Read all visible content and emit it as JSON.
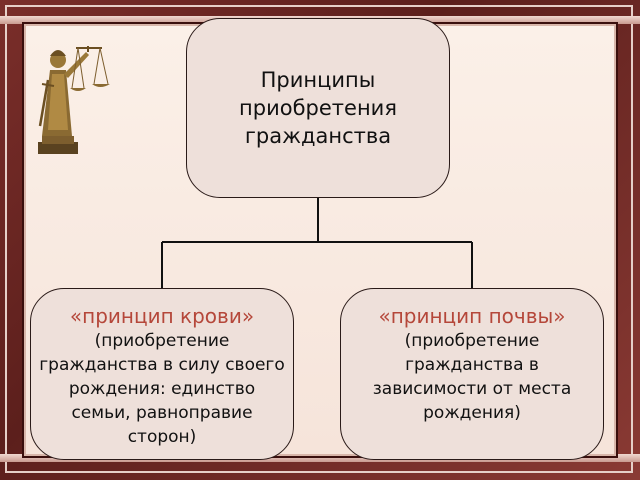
{
  "root": {
    "title": "Принципы приобретения гражданства"
  },
  "left": {
    "heading": "«принцип крови»",
    "text": "(приобретение гражданства в силу своего рождения: единство семьи, равноправие сторон)"
  },
  "right": {
    "heading": "«принцип почвы»",
    "text": "(приобретение гражданства в зависимости от места рождения)"
  },
  "colors": {
    "frame": "#6b2623",
    "canvas": "#f8eae2",
    "node_fill": "#eee0da",
    "heading_accent": "#b5473a"
  }
}
